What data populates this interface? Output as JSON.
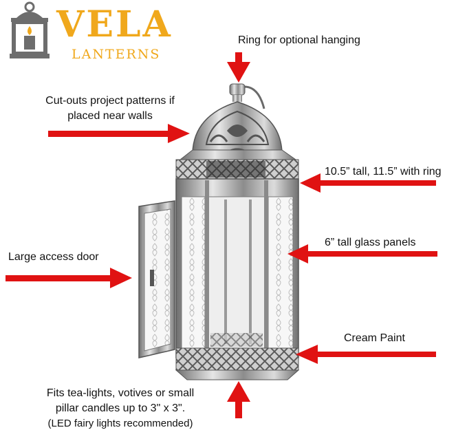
{
  "brand": {
    "name": "VELA",
    "subtitle": "LANTERNS",
    "icon": "lantern-logo-icon",
    "color": "#f0a81c"
  },
  "annotations": {
    "ring": "Ring for optional hanging",
    "cutouts_line1": "Cut-outs project patterns if",
    "cutouts_line2": "placed near walls",
    "height": "10.5” tall, 11.5” with ring",
    "glass": "6” tall glass panels",
    "door": "Large access door",
    "paint": "Cream Paint",
    "fits_line1": "Fits tea-lights, votives or small",
    "fits_line2": "pillar candles up to 3\" x 3\".",
    "fits_line3": "(LED fairy lights recommended)"
  },
  "colors": {
    "arrow": "#e01212",
    "metal": "#9a9a9a"
  }
}
